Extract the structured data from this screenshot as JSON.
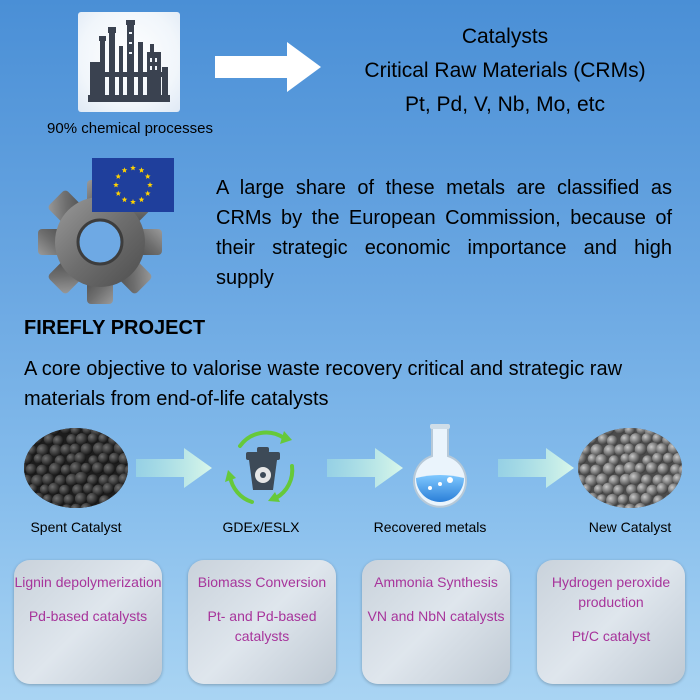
{
  "top": {
    "factory_caption": "90% chemical processes",
    "catalyst_lines": [
      "Catalysts",
      "Critical Raw Materials (CRMs)",
      "Pt, Pd, V, Nb, Mo, etc"
    ]
  },
  "eu": {
    "text": "A large share of these metals are classified as CRMs by the European Commission, because of their strategic economic importance and high supply"
  },
  "project": {
    "title": "FIREFLY PROJECT",
    "objective": "A core objective to valorise waste recovery critical and strategic raw materials from end-of-life catalysts"
  },
  "flow": {
    "stages": [
      "Spent Catalyst",
      "GDEx/ESLX",
      "Recovered metals",
      "New Catalyst"
    ]
  },
  "cards": [
    {
      "title": "Lignin depolymerization",
      "detail": "Pd-based catalysts"
    },
    {
      "title": "Biomass Conversion",
      "detail": "Pt- and Pd-based catalysts"
    },
    {
      "title": "Ammonia Synthesis",
      "detail": "VN and NbN catalysts"
    },
    {
      "title": "Hydrogen peroxide production",
      "detail": "Pt/C catalyst"
    }
  ],
  "colors": {
    "card_text": "#a7349b",
    "eu_blue": "#1f3f9c",
    "eu_star": "#ffd200",
    "arrow_green": "#cfeee0",
    "recycle_green": "#66c93a"
  }
}
